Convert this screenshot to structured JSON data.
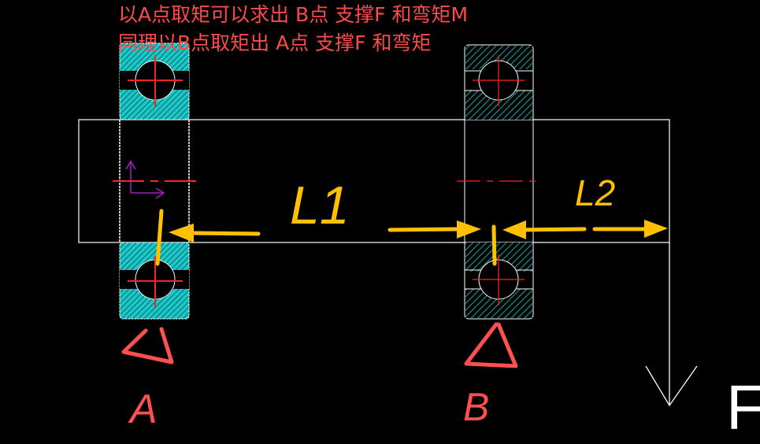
{
  "notes": {
    "line1": "以A点取矩可以求出 B点 支撑F 和弯矩M",
    "line2": "同理以B点取矩出 A点 支撑F 和弯矩"
  },
  "labels": {
    "l1": "L1",
    "l2": "L2",
    "support_a": "A",
    "support_b": "B",
    "force": "F"
  },
  "colors": {
    "background": "#000000",
    "note": "#ff4a4a",
    "arrow": "#ffc000",
    "hatch_left": "#19c9c9",
    "hatch_right": "#1a7a78",
    "centerline": "#ff2020",
    "ucs": "#a020c0",
    "geometry": "#ffffff"
  }
}
